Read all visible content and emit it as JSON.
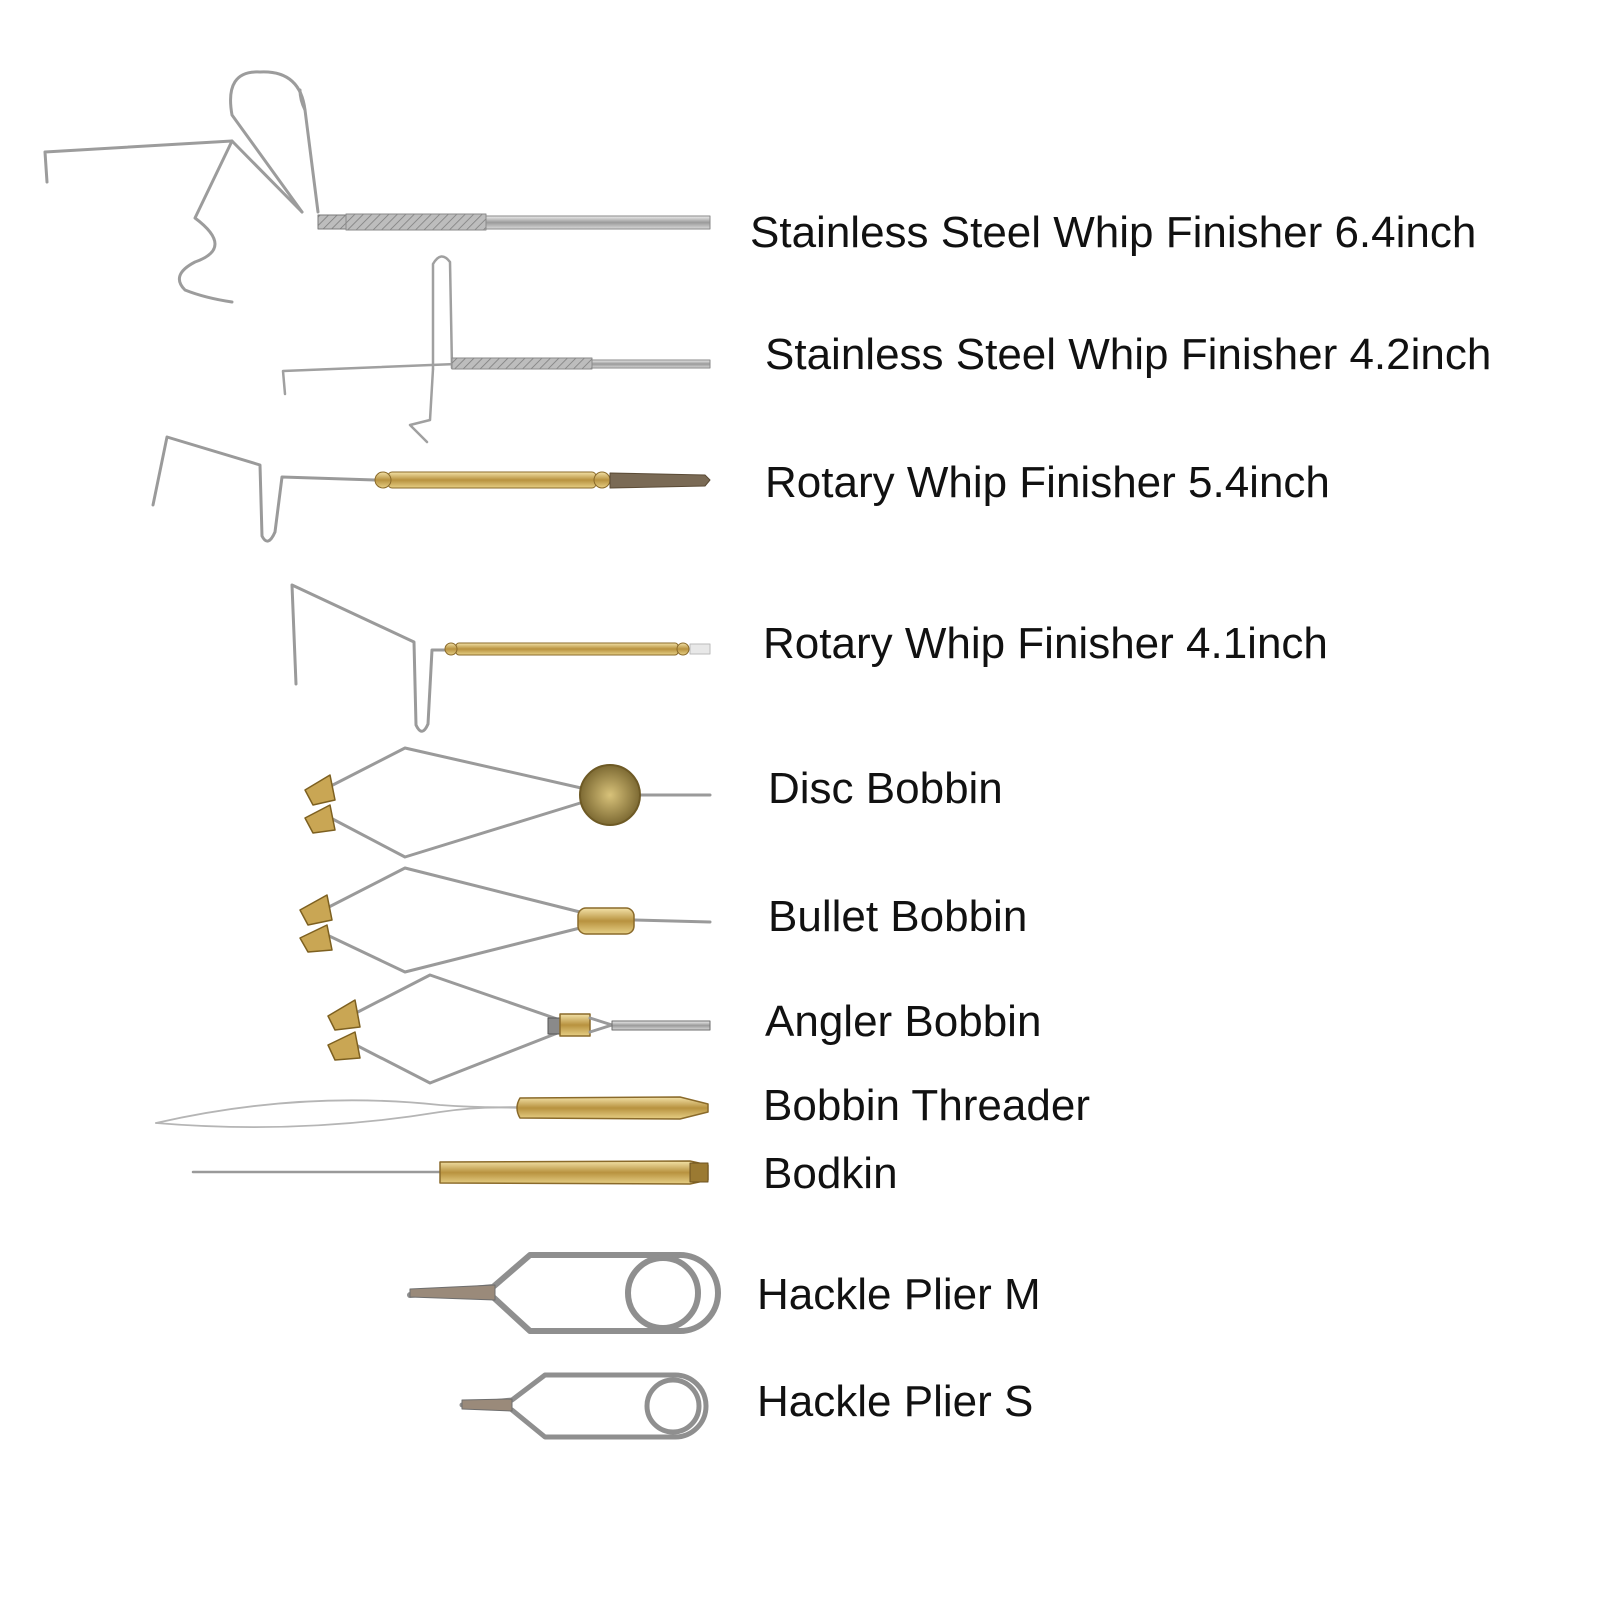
{
  "items": [
    {
      "label": "Stainless Steel Whip Finisher 6.4inch",
      "icon": "steel-whip-finisher-icon"
    },
    {
      "label": "Stainless Steel Whip Finisher 4.2inch",
      "icon": "steel-whip-finisher-small-icon"
    },
    {
      "label": "Rotary Whip Finisher 5.4inch",
      "icon": "rotary-whip-finisher-icon"
    },
    {
      "label": "Rotary Whip Finisher 4.1inch",
      "icon": "rotary-whip-finisher-small-icon"
    },
    {
      "label": "Disc Bobbin",
      "icon": "disc-bobbin-icon"
    },
    {
      "label": "Bullet Bobbin",
      "icon": "bullet-bobbin-icon"
    },
    {
      "label": "Angler Bobbin",
      "icon": "angler-bobbin-icon"
    },
    {
      "label": "Bobbin Threader",
      "icon": "bobbin-threader-icon"
    },
    {
      "label": "Bodkin",
      "icon": "bodkin-icon"
    },
    {
      "label": "Hackle Plier M",
      "icon": "hackle-plier-m-icon"
    },
    {
      "label": "Hackle Plier S",
      "icon": "hackle-plier-s-icon"
    }
  ],
  "colors": {
    "steel": "#a8a8a8",
    "steel_dark": "#6e6e6e",
    "brass": "#c9a654",
    "brass_dark": "#8a6a2a",
    "text": "#111111"
  }
}
